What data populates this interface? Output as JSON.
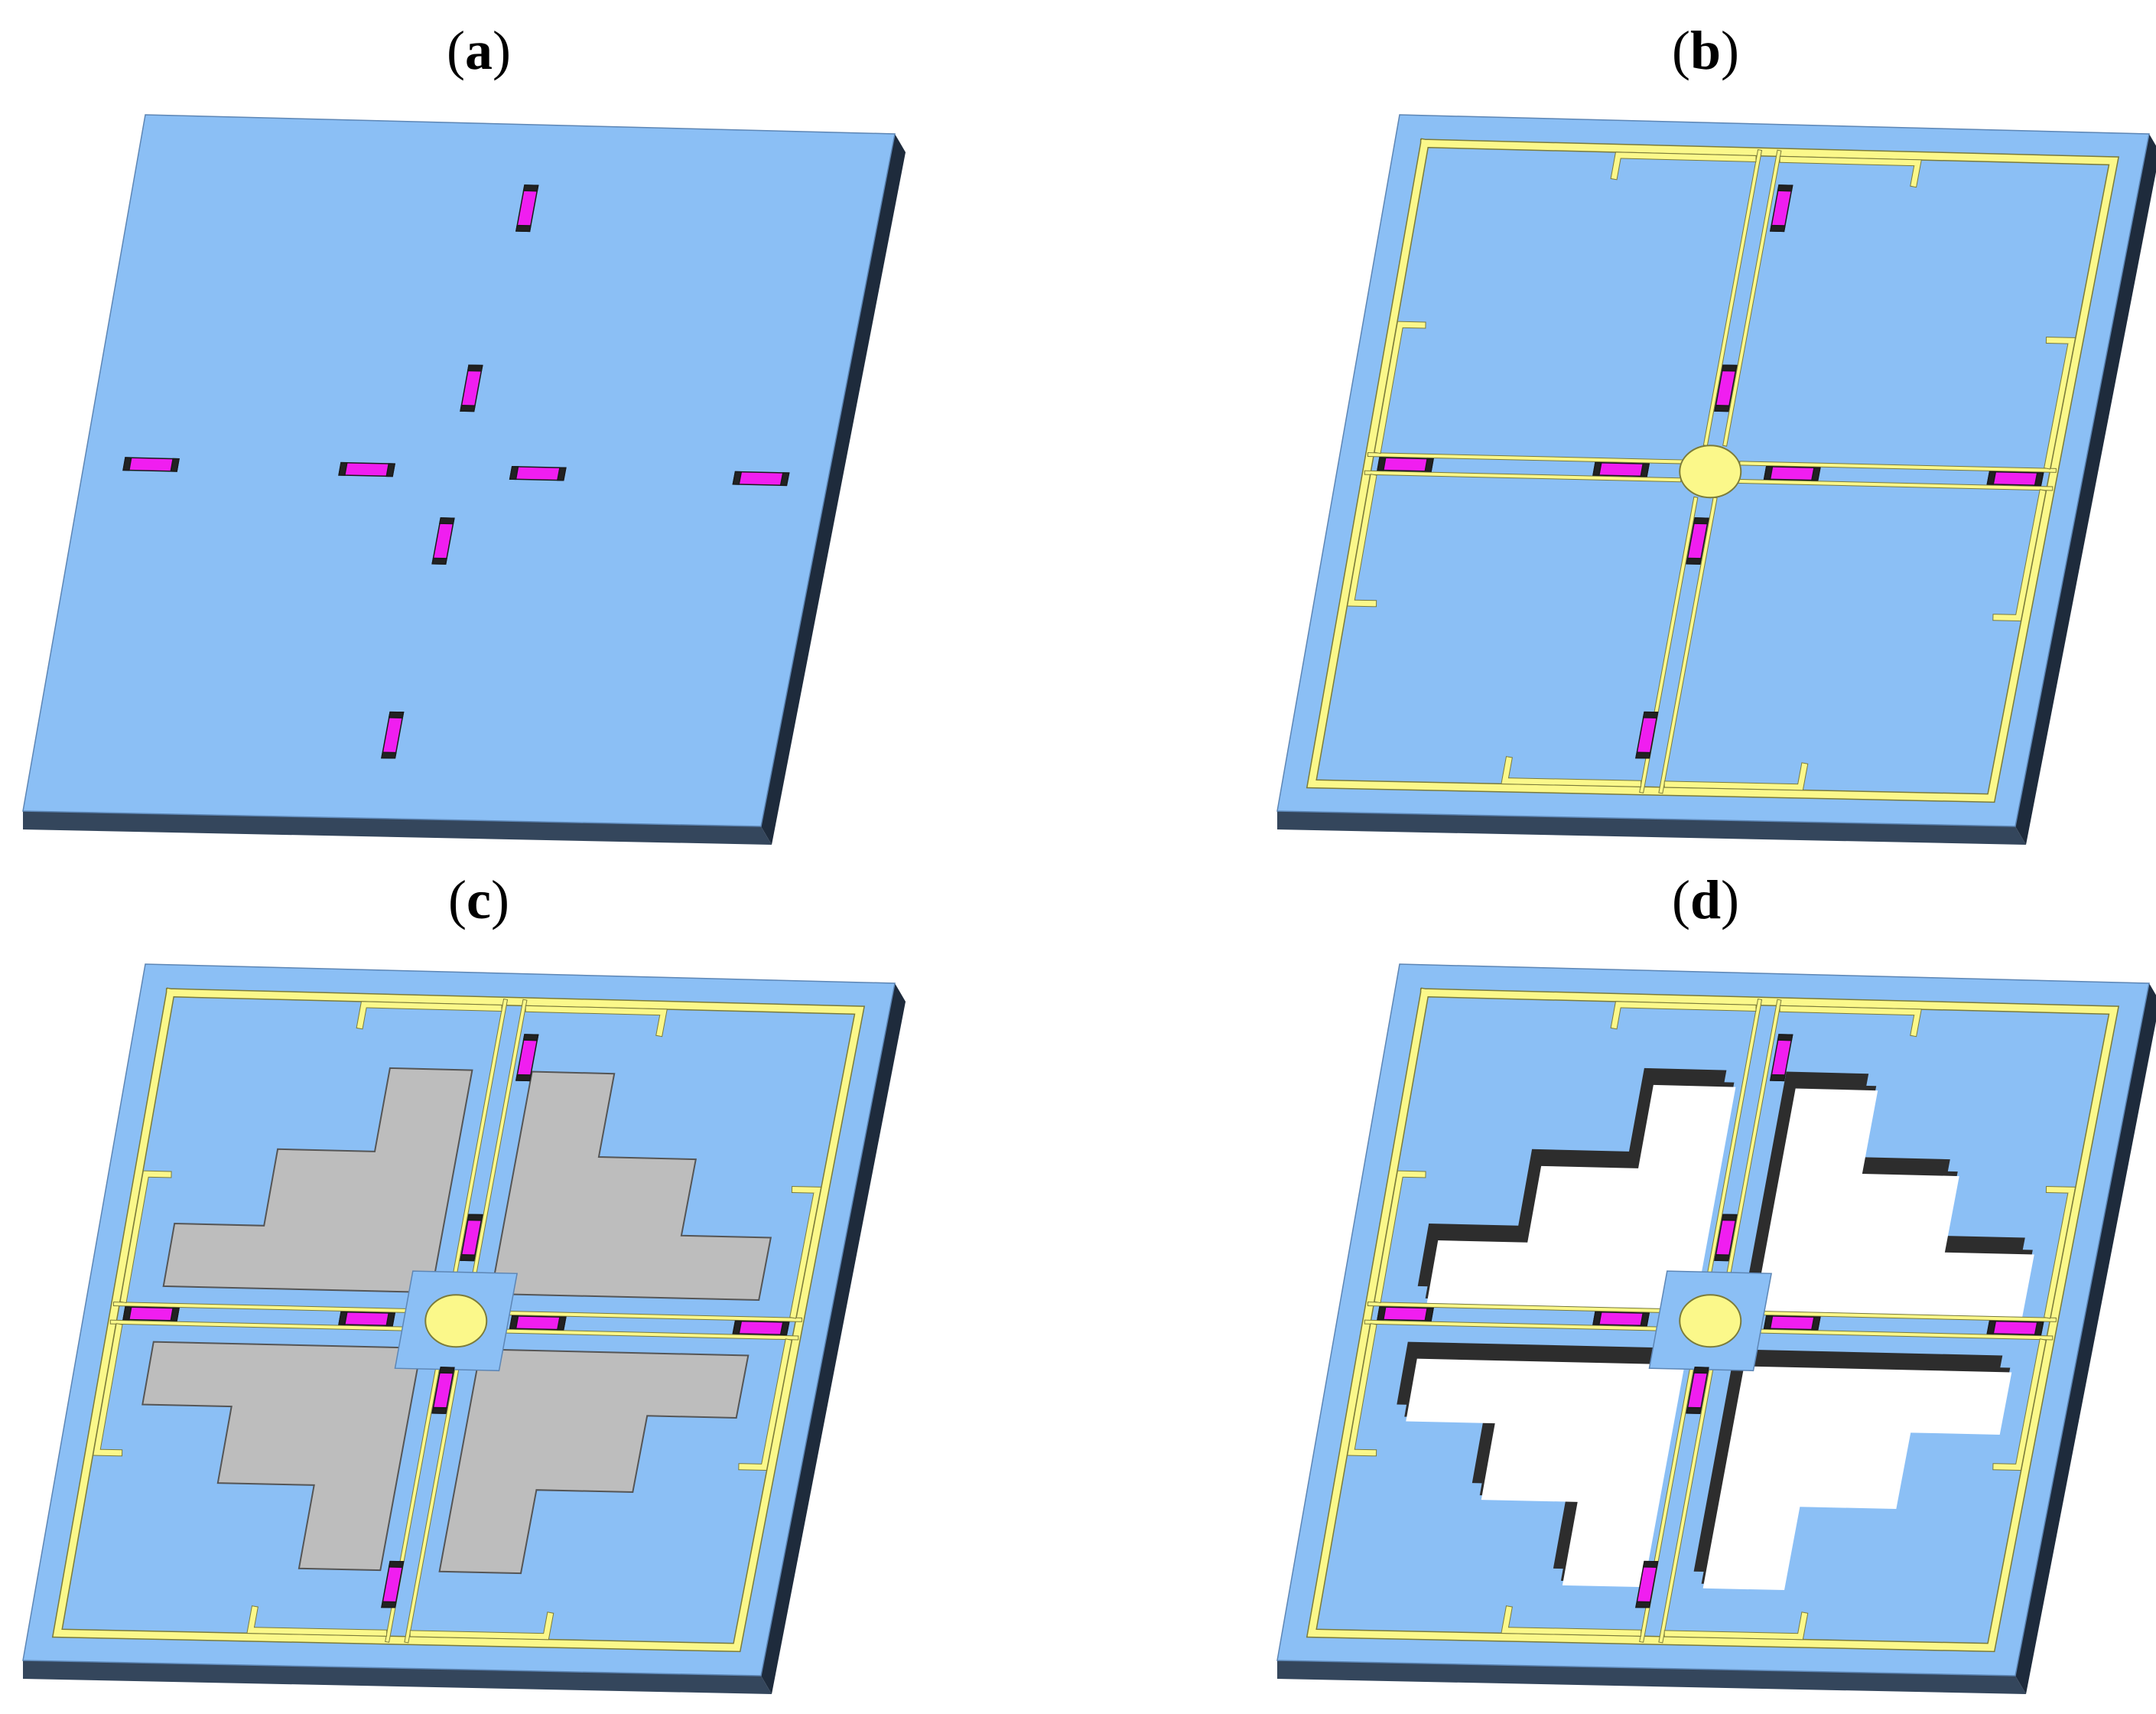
{
  "panels": [
    {
      "id": "a",
      "label": "a",
      "stage": "substrate"
    },
    {
      "id": "b",
      "label": "b",
      "stage": "metal"
    },
    {
      "id": "c",
      "label": "c",
      "stage": "resist"
    },
    {
      "id": "d",
      "label": "d",
      "stage": "release"
    }
  ],
  "colors": {
    "substrate_top": "#8bbff5",
    "substrate_side": "#1e2b3c",
    "substrate_front": "#34465c",
    "metal": "#fbf88a",
    "metal_edge": "#7b7b3a",
    "resistor": "#f01ef0",
    "resistor_edge": "#1a1a1a",
    "resist": "#bdbdbd",
    "hole": "#ffffff",
    "hole_wall": "#2d2d2d"
  }
}
